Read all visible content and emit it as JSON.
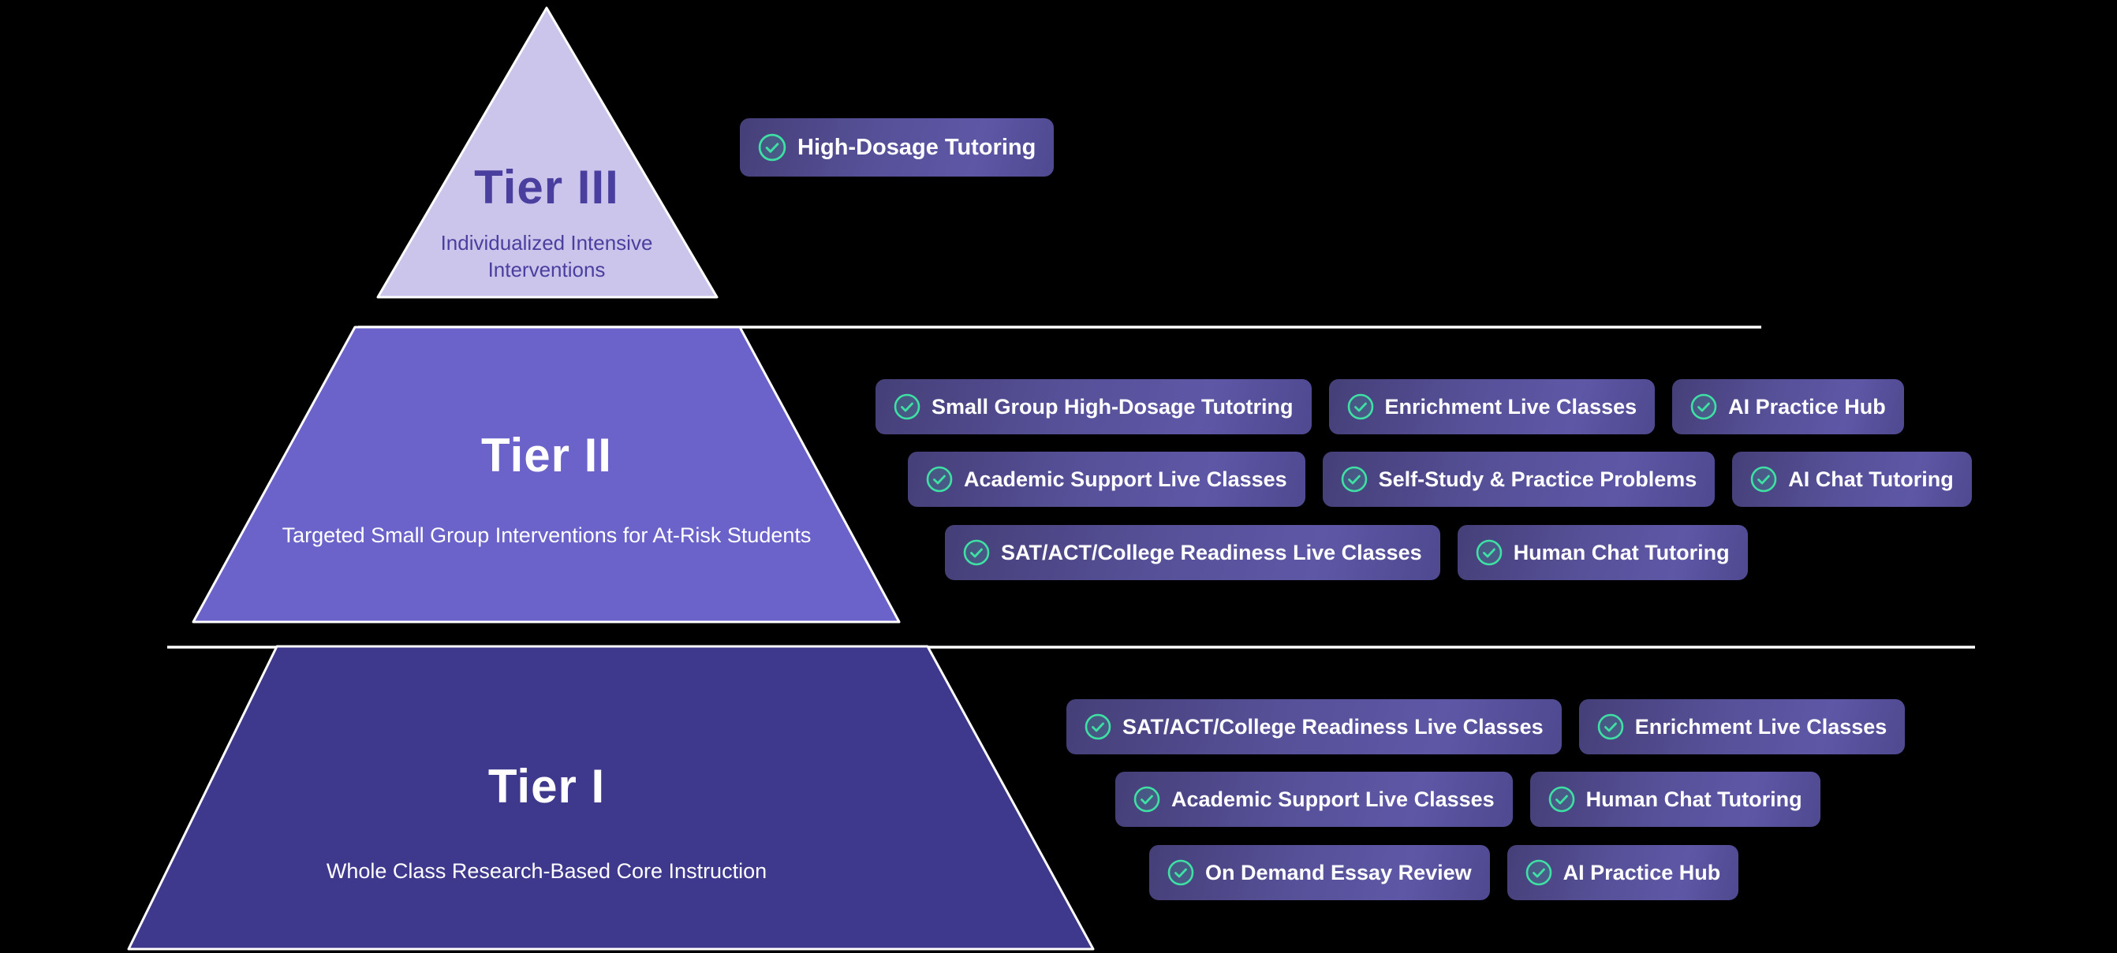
{
  "colors": {
    "background": "#000000",
    "tier3_fill": "#cbc5ec",
    "tier3_text": "#4a3f9e",
    "tier2_fill": "#6b63c9",
    "tier1_fill": "#3e398c",
    "badge_text": "#ffffff",
    "check_green": "#3ee0a4",
    "separator": "#ffffff"
  },
  "badge_icon": "check-circle",
  "tier3": {
    "title": "Tier III",
    "subtitle": "Individualized Intensive Interventions",
    "rows": [
      [
        "High-Dosage Tutoring"
      ]
    ]
  },
  "tier2": {
    "title": "Tier II",
    "subtitle": "Targeted Small Group Interventions for At-Risk Students",
    "rows": [
      [
        "Small Group High-Dosage Tutotring",
        "Enrichment Live Classes",
        "AI Practice Hub"
      ],
      [
        "Academic Support Live Classes",
        "Self-Study & Practice Problems",
        "AI Chat Tutoring"
      ],
      [
        "SAT/ACT/College Readiness Live Classes",
        "Human Chat Tutoring"
      ]
    ]
  },
  "tier1": {
    "title": "Tier I",
    "subtitle": "Whole Class Research-Based Core Instruction",
    "rows": [
      [
        "SAT/ACT/College Readiness Live Classes",
        "Enrichment Live Classes"
      ],
      [
        "Academic Support Live Classes",
        "Human Chat Tutoring"
      ],
      [
        "On Demand Essay Review",
        "AI Practice Hub"
      ]
    ]
  }
}
